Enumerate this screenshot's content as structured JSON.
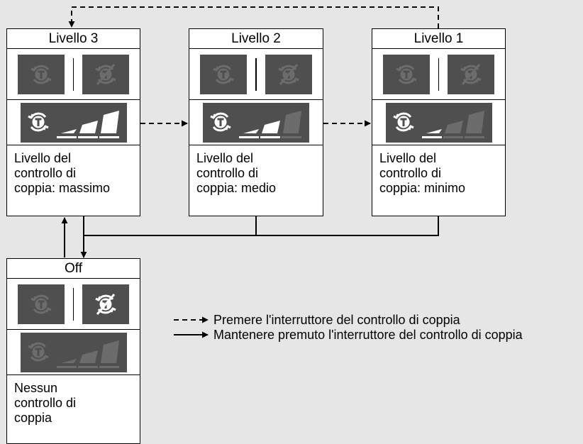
{
  "colors": {
    "background": "#e6e6e6",
    "card": "#ffffff",
    "tile": "#4f4f4f",
    "icon_active": "#ffffff",
    "icon_dim": "#6c6c6c"
  },
  "cards": {
    "level3": {
      "title": "Livello 3",
      "description": "Livello del\ncontrollo di\ncoppia: massimo",
      "icon_on_state": "dim",
      "icon_off_state": "dim",
      "bars_lit": 3
    },
    "level2": {
      "title": "Livello 2",
      "description": "Livello del\ncontrollo di\ncoppia: medio",
      "icon_on_state": "dim",
      "icon_off_state": "dim",
      "bars_lit": 2
    },
    "level1": {
      "title": "Livello 1",
      "description": "Livello del\ncontrollo di\ncoppia: minimo",
      "icon_on_state": "dim",
      "icon_off_state": "dim",
      "bars_lit": 1
    },
    "off": {
      "title": "Off",
      "description": "Nessun\ncontrollo di\ncoppia",
      "icon_on_state": "dim",
      "icon_off_state": "active",
      "bars_lit": 0
    }
  },
  "legend": {
    "press": "Premere l'interruttore del controllo di coppia",
    "hold": "Mantenere premuto l'interruttore del controllo di coppia"
  },
  "icons": [
    "traction-control-icon",
    "traction-control-off-icon",
    "level-bars-icon"
  ]
}
